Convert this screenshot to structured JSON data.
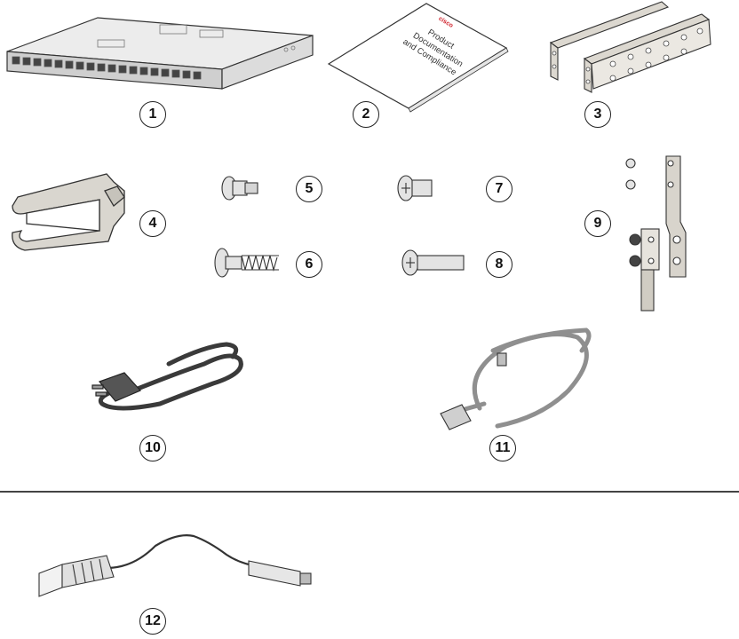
{
  "document": {
    "logo": "cisco",
    "lines": [
      "Product",
      "Documentation",
      "and Compliance"
    ]
  },
  "callouts": [
    "1",
    "2",
    "3",
    "4",
    "5",
    "6",
    "7",
    "8",
    "9",
    "10",
    "11",
    "12"
  ],
  "colors": {
    "line": "#333333",
    "metal": "#d9d6cf",
    "cable_dark": "#3a3a3a",
    "cable_light": "#cfcfcf",
    "logo": "#d0202a"
  }
}
